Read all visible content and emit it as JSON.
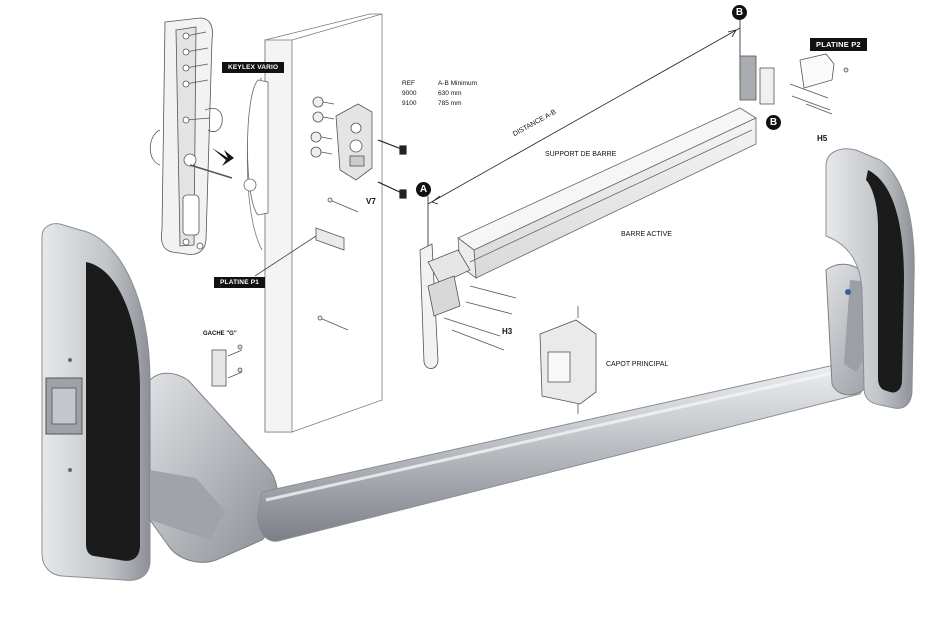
{
  "labels": {
    "keylex_vario": "KEYLEX VARIO",
    "platine_p1": "PLATINE P1",
    "platine_p2": "PLATINE P2",
    "gache_g": "GACHE \"G\"",
    "v7": "V7",
    "h3": "H3",
    "h5": "H5",
    "distance_ab": "DISTANCE A-B",
    "support_de_barre": "SUPPORT DE BARRE",
    "barre_active": "BARRE ACTIVE",
    "capot_principal": "CAPOT PRINCIPAL",
    "marker_a": "A",
    "marker_b_top": "B",
    "marker_b_side": "B"
  },
  "ref_table": {
    "header": [
      "REF",
      "A-B Minimum"
    ],
    "rows": [
      [
        "9000",
        "630 mm"
      ],
      [
        "9100",
        "785 mm"
      ]
    ]
  },
  "colors": {
    "metal_light": "#d4d6d9",
    "metal_mid": "#a9acb1",
    "metal_dark": "#7c8086",
    "rubber": "#1b1b1b",
    "line_art": "#555555"
  }
}
